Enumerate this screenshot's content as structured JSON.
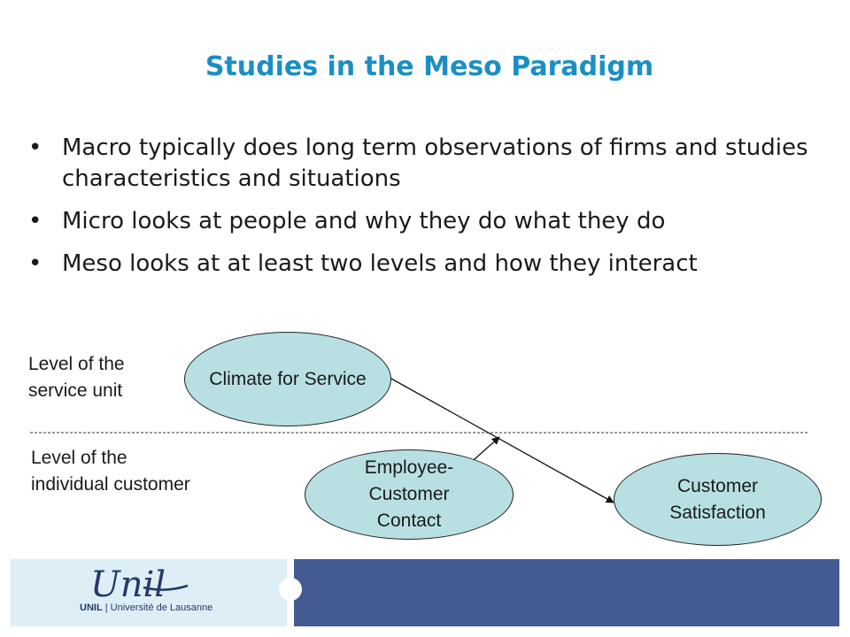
{
  "slide": {
    "title": "Studies in the Meso Paradigm",
    "bullet_glyph": "•",
    "bullets": [
      "Macro typically does long term observations of firms and studies characteristics and situations",
      "Micro looks at people and why they do what they do",
      "Meso looks at at least two levels and how they interact"
    ]
  },
  "diagram": {
    "levels": {
      "unit_line1": "Level of the",
      "unit_line2": "service unit",
      "individual_line1": "Level of the",
      "individual_line2": "individual customer"
    },
    "nodes": {
      "climate": "Climate for Service",
      "contact_line1": "Employee-",
      "contact_line2": "Customer",
      "contact_line3": "Contact",
      "satisfaction_line1": "Customer",
      "satisfaction_line2": "Satisfaction"
    },
    "node_fill": "#b8e0e2"
  },
  "footer": {
    "logo_word": "Unil",
    "logo_short": "UNIL",
    "logo_separator": "|",
    "logo_full": "Université de Lausanne",
    "colors": {
      "left_panel": "#ddeef7",
      "right_panel": "#445a92",
      "logo": "#243a66"
    }
  }
}
